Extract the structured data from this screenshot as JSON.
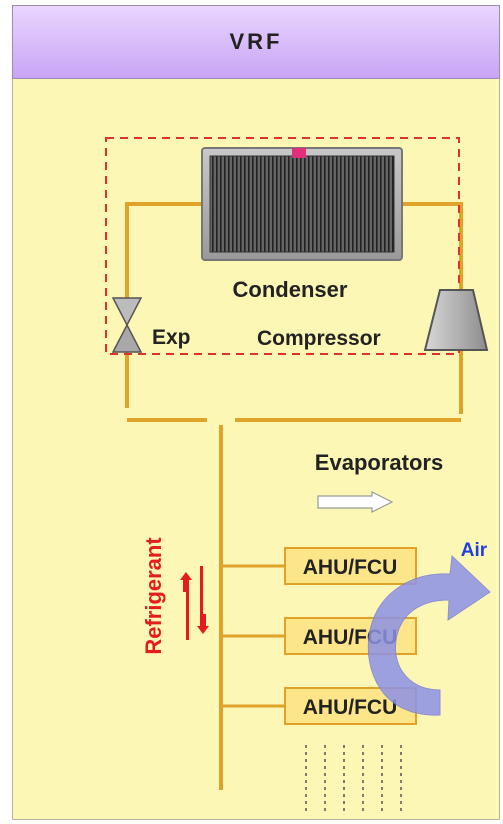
{
  "header": {
    "title": "VRF"
  },
  "labels": {
    "condenser": "Condenser",
    "expansion": "Exp",
    "compressor": "Compressor",
    "evaporators": "Evaporators",
    "refrigerant": "Refrigerant",
    "air": "Air"
  },
  "units": [
    {
      "label": "AHU/FCU"
    },
    {
      "label": "AHU/FCU"
    },
    {
      "label": "AHU/FCU"
    }
  ],
  "colors": {
    "pipe": "#e0a32a",
    "dashed_box": "#e03030",
    "refrigerant": "#e51c1c",
    "air_label": "#1f3fe0",
    "air_arrow": "#8d92e6",
    "unit_fill": "#fde58a",
    "unit_border": "#e0a32a"
  }
}
